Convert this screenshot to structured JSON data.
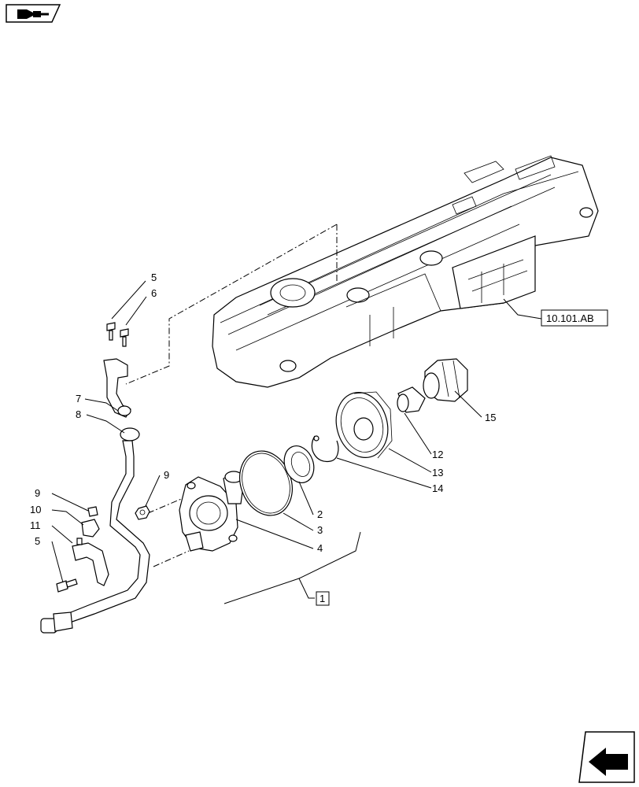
{
  "callouts": [
    "5",
    "6",
    "7",
    "8",
    "9",
    "9",
    "10",
    "11",
    "5",
    "2",
    "3",
    "4",
    "12",
    "13",
    "14",
    "15"
  ],
  "references": {
    "engine_ref": "10.101.AB",
    "kit_ref": "1"
  },
  "icons": {
    "top_left": "navigation-flag-icon",
    "bottom_right": "next-page-arrow-icon"
  }
}
